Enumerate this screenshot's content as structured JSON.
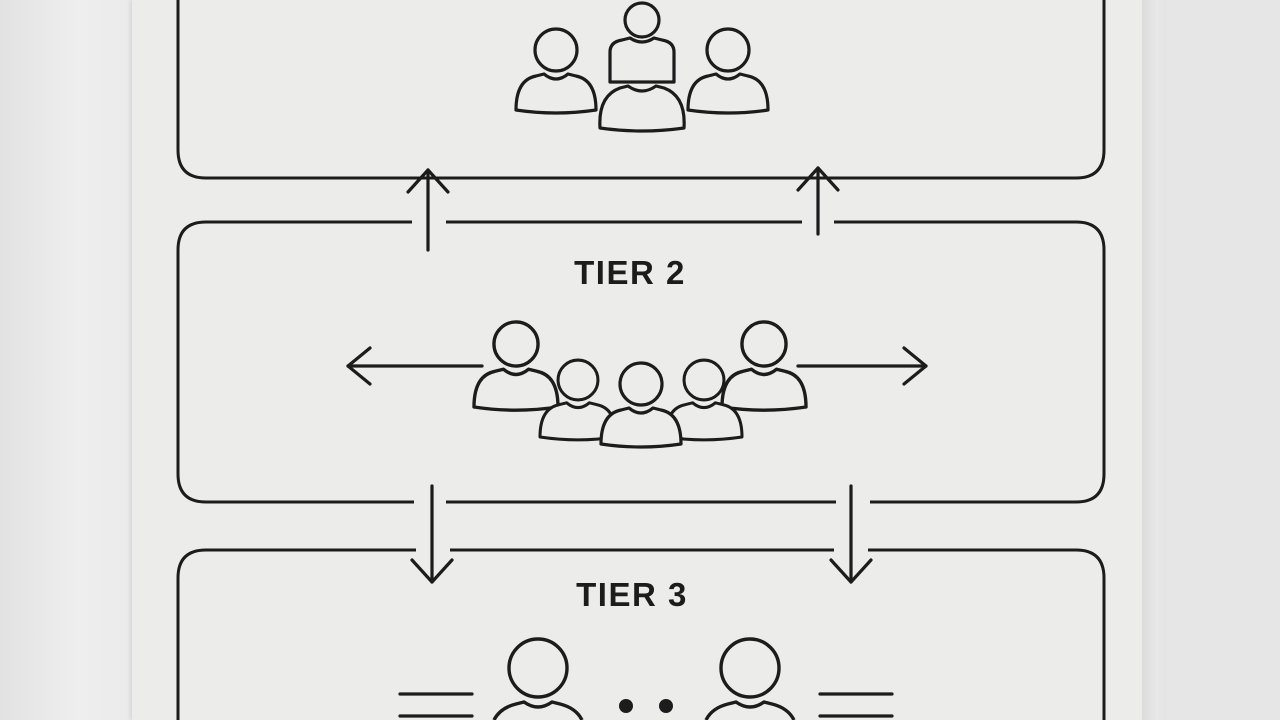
{
  "diagram": {
    "tiers": [
      {
        "id": "tier-1",
        "label": ""
      },
      {
        "id": "tier-2",
        "label": "TIER 2"
      },
      {
        "id": "tier-3",
        "label": "TIER 3"
      }
    ],
    "ellipsis": "• •",
    "colors": {
      "stroke": "#1c1c1c",
      "board": "#ececea",
      "background": "#e6e6e6"
    }
  }
}
